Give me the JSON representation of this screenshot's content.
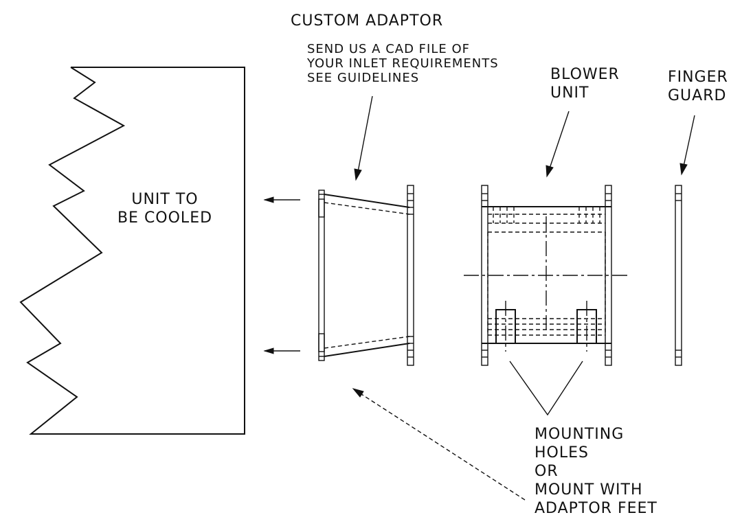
{
  "labels": {
    "custom_adaptor": "CUSTOM ADAPTOR",
    "cad_note": [
      "SEND US A CAD FILE OF",
      "YOUR INLET REQUIREMENTS",
      "SEE GUIDELINES"
    ],
    "blower_unit": [
      "BLOWER",
      "UNIT"
    ],
    "finger_guard": [
      "FINGER",
      "GUARD"
    ],
    "unit_to_be_cooled": [
      "UNIT TO",
      "BE COOLED"
    ],
    "mounting": [
      "MOUNTING",
      "HOLES",
      "OR",
      "MOUNT WITH",
      "ADAPTOR FEET"
    ]
  },
  "colors": {
    "line": "#111111",
    "background": "#ffffff"
  }
}
